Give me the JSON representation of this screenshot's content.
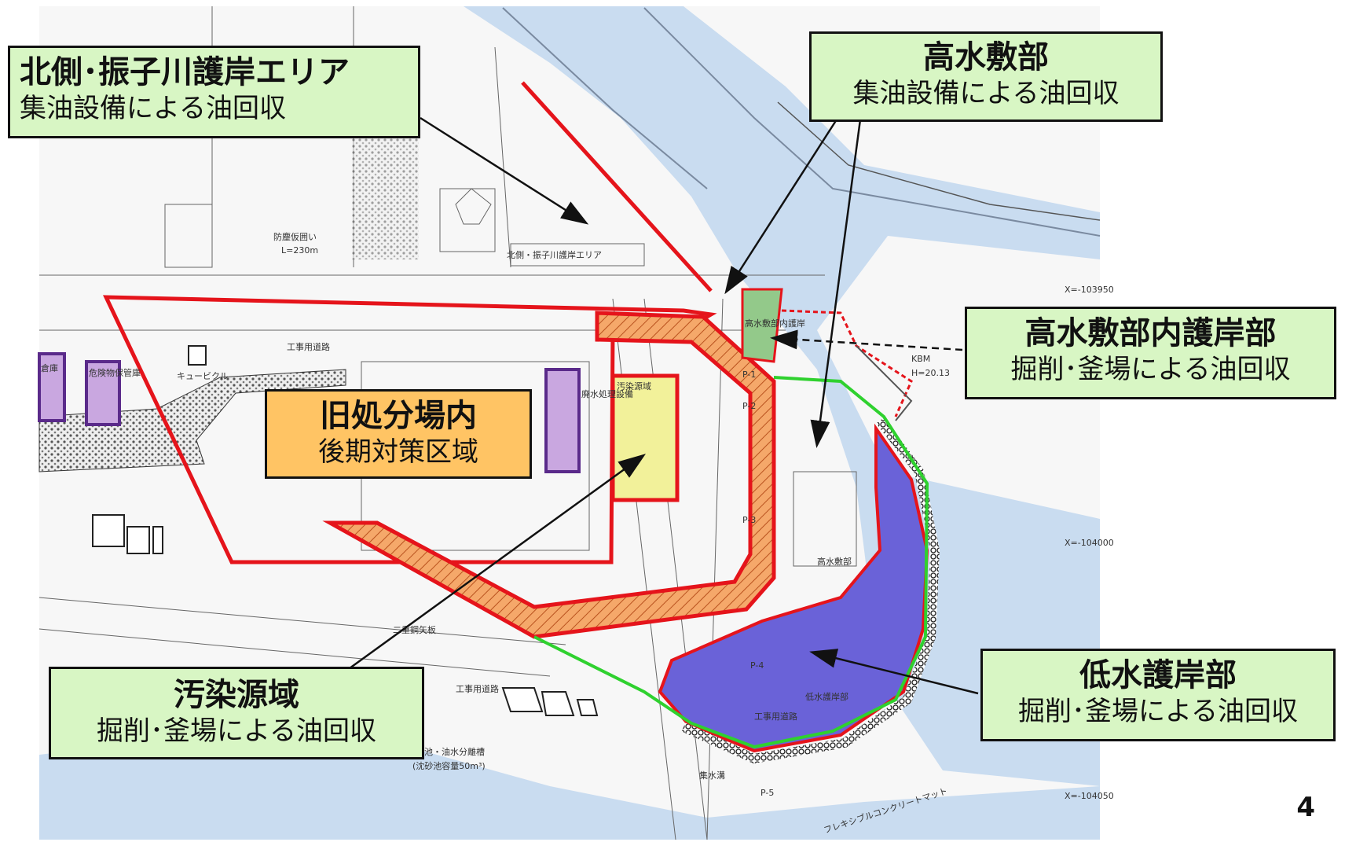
{
  "callouts": {
    "north_revetment": {
      "title": "北側･振子川護岸エリア",
      "subtitle": "集油設備による油回収"
    },
    "high_water_bed": {
      "title": "高水敷部",
      "subtitle": "集油設備による油回収"
    },
    "high_water_bed_revetment": {
      "title": "高水敷部内護岸部",
      "subtitle": "掘削･釜場による油回収"
    },
    "former_landfill": {
      "title": "旧処分場内",
      "subtitle": "後期対策区域"
    },
    "contamination_source": {
      "title": "汚染源域",
      "subtitle": "掘削･釜場による油回収"
    },
    "low_water_revetment": {
      "title": "低水護岸部",
      "subtitle": "掘削･釜場による油回収"
    }
  },
  "map_labels": {
    "fence": "防塵仮囲い",
    "fence_length": "L=230m",
    "north_area": "北側・振子川護岸エリア",
    "construction_road_1": "工事用道路",
    "cubicle": "キュービクル",
    "hazmat_storage": "危険物保管庫",
    "storage": "倉庫",
    "wastewater": "廃水処理設備",
    "source_area": "汚染源域",
    "high_water_bed": "高水敷部",
    "high_water_inner": "高水敷部内護岸",
    "double_sheet_pile": "二重鋼矢板",
    "construction_road_2": "工事用道路",
    "low_water_revetment": "低水護岸部",
    "construction_road_3": "工事用道路",
    "settling_pond": "沈砂池・油水分離槽",
    "settling_capacity": "(沈砂池容量50m³)",
    "water_collection": "集水溝",
    "flexible": "フレキシブルコンクリートマット",
    "kbm": "KBM",
    "kbm_h": "H=20.13",
    "coord_1": "X=-103950",
    "coord_2": "X=-104000",
    "coord_3": "X=-104050",
    "p1": "P-1",
    "p2": "P-2",
    "p3": "P-3",
    "p4": "P-4",
    "p5": "P-5"
  },
  "page_number": "4",
  "colors": {
    "river": "#c9dcf0",
    "callout_green": "#d8f6c4",
    "callout_orange": "#ffc464",
    "boundary_red": "#e5141b",
    "low_water_fill": "#6a62d8",
    "source_fill": "#f2f19a",
    "wall_hatch": "#f5a86a",
    "green_line": "#2fd12f"
  }
}
